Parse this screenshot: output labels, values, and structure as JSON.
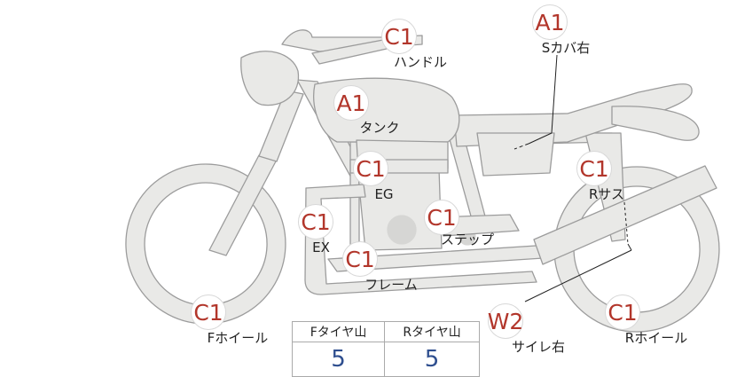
{
  "colors": {
    "bike_fill": "#e9e9e7",
    "bike_stroke": "#9c9c9c",
    "badge_text": "#b2362b",
    "label_text": "#222222",
    "table_value": "#2f4f8f"
  },
  "parts": {
    "handle": {
      "grade": "C1",
      "label": "ハンドル"
    },
    "side_cover_r": {
      "grade": "A1",
      "label": "Sカバ右"
    },
    "tank": {
      "grade": "A1",
      "label": "タンク"
    },
    "engine": {
      "grade": "C1",
      "label": "EG"
    },
    "rear_susp": {
      "grade": "C1",
      "label": "Rサス"
    },
    "exhaust": {
      "grade": "C1",
      "label": "EX"
    },
    "step": {
      "grade": "C1",
      "label": "ステップ"
    },
    "frame": {
      "grade": "C1",
      "label": "フレーム"
    },
    "front_wheel": {
      "grade": "C1",
      "label": "Fホイール"
    },
    "silencer_r": {
      "grade": "W2",
      "label": "サイレ右"
    },
    "rear_wheel": {
      "grade": "C1",
      "label": "Rホイール"
    }
  },
  "tread": {
    "front_header": "Fタイヤ山",
    "rear_header": "Rタイヤ山",
    "front_value": "5",
    "rear_value": "5"
  }
}
